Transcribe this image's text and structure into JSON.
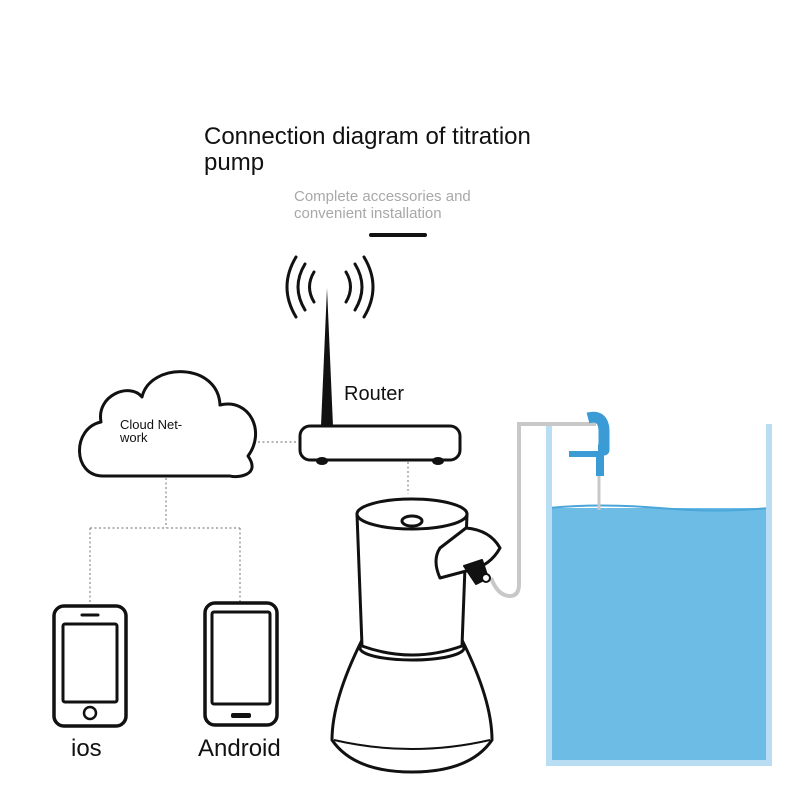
{
  "header": {
    "title": "Connection diagram of titration pump",
    "subtitle": "Complete accessories and convenient installation"
  },
  "nodes": {
    "router": {
      "label": "Router"
    },
    "cloud": {
      "label_line1": "Cloud Net-",
      "label_line2": "work"
    },
    "ios_phone": {
      "label": "ios"
    },
    "android_phone": {
      "label": "Android"
    }
  },
  "colors": {
    "water": "#6cbce6",
    "tank_wall": "#b9ddf2",
    "probe": "#3a9bd5",
    "outline": "#111111",
    "tube": "#c8c8c8",
    "dotted_line": "#888888",
    "subtitle_text": "#a8a8a8"
  },
  "icons": [
    "wifi-signal-icon",
    "cloud-icon",
    "smartphone-icon",
    "router-icon",
    "titration-pump-icon",
    "water-tank-icon",
    "level-probe-icon"
  ]
}
